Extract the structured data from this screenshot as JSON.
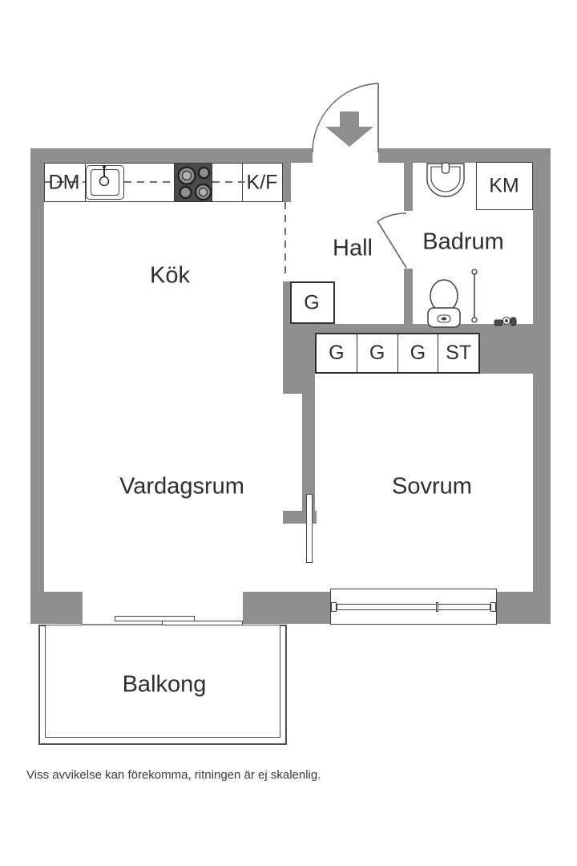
{
  "colors": {
    "wall": "#8f8f8f",
    "line": "#3f3f3f",
    "text": "#2e2e2e",
    "appliance": "#4a4a4a"
  },
  "rooms": {
    "kok": "Kök",
    "hall": "Hall",
    "badrum": "Badrum",
    "vardagsrum": "Vardagsrum",
    "sovrum": "Sovrum",
    "balkong": "Balkong"
  },
  "fixtures": {
    "dishwasher": "DM",
    "fridge_freezer": "K/F",
    "washing_machine": "KM"
  },
  "closets": {
    "hall": "G",
    "row": [
      "G",
      "G",
      "G",
      "ST"
    ]
  },
  "disclaimer": "Viss avvikelse kan förekomma, ritningen är ej skalenlig."
}
